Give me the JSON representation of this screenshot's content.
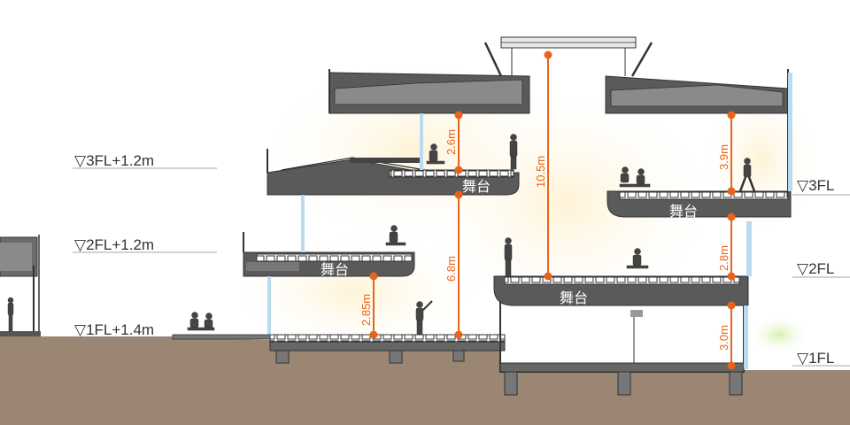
{
  "levels": {
    "fl3_plus": "▽3FL+1.2m",
    "fl2_plus": "▽2FL+1.2m",
    "fl1_plus": "▽1FL+1.4m",
    "fl3": "▽3FL",
    "fl2": "▽2FL",
    "fl1": "▽1FL"
  },
  "stage_label": "舞台",
  "dimensions": {
    "left_upper": "2.6m",
    "left_mid": "6.8m",
    "left_low": "2.85m",
    "center": "10.5m",
    "right_upper": "3.9m",
    "right_mid": "2.8m",
    "right_low": "3.0m"
  },
  "colors": {
    "dimension": "#e8631c",
    "ground": "#9b8573",
    "structure": "#555555",
    "glass": "#b8dcef"
  }
}
